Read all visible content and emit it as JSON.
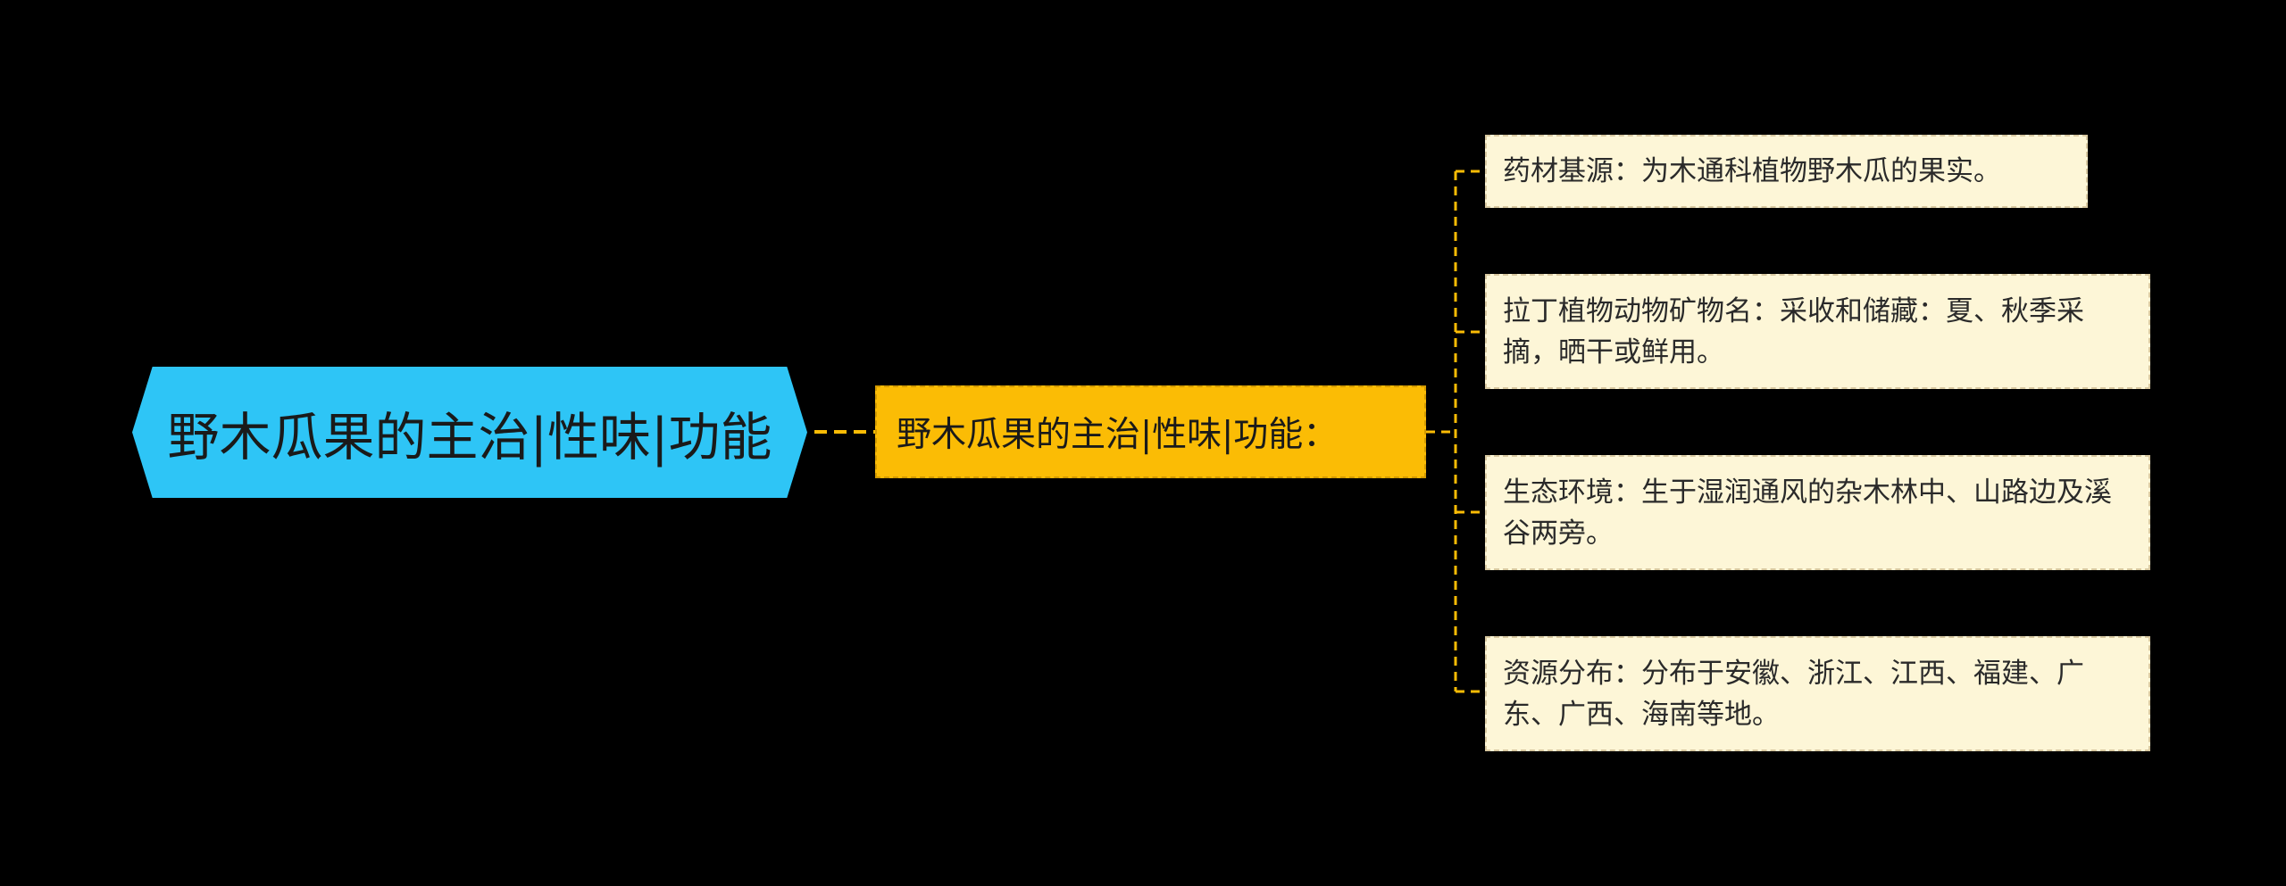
{
  "mindmap": {
    "root": {
      "label": "野木瓜果的主治|性味|功能"
    },
    "topic": {
      "label": "野木瓜果的主治|性味|功能："
    },
    "details": [
      {
        "label": "药材基源：为木通科植物野木瓜的果实。"
      },
      {
        "label": "拉丁植物动物矿物名：采收和储藏：夏、秋季采摘，晒干或鲜用。"
      },
      {
        "label": "生态环境：生于湿润通风的杂木林中、山路边及溪谷两旁。"
      },
      {
        "label": "资源分布：分布于安徽、浙江、江西、福建、广东、广西、海南等地。"
      }
    ],
    "colors": {
      "background": "#000000",
      "root_fill": "#2ec5f6",
      "topic_fill": "#fbbc05",
      "detail_fill": "#fdf6d7",
      "connector": "#fbbc05"
    }
  }
}
